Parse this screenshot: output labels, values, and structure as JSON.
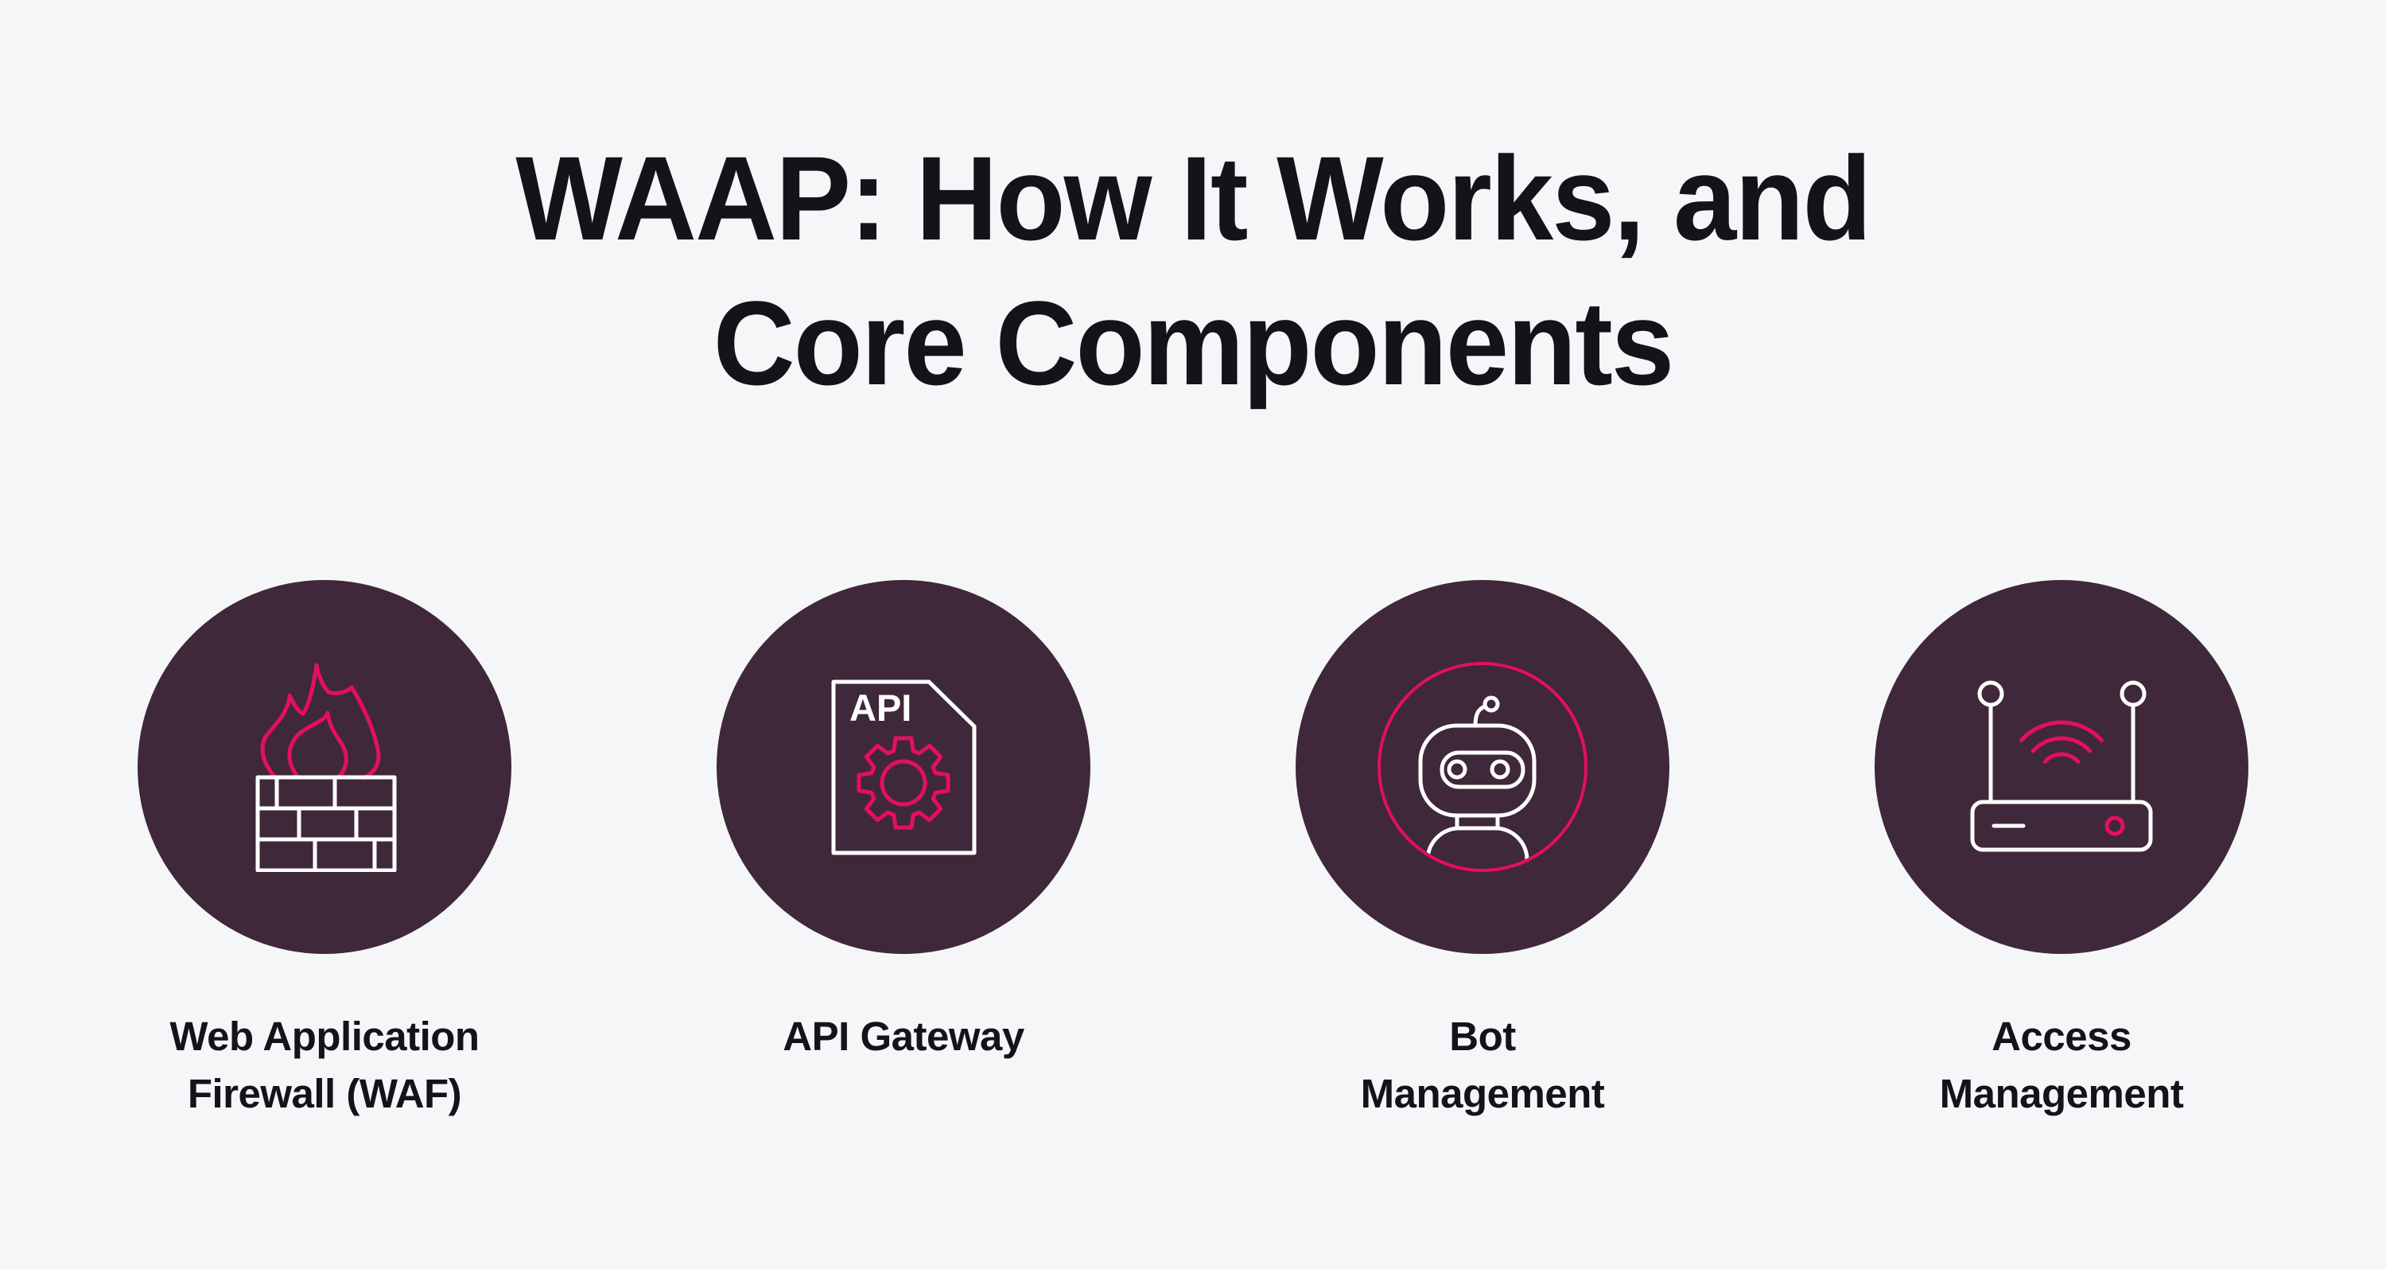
{
  "title": "WAAP: How It Works, and\nCore Components",
  "colors": {
    "background": "#F5F6F8",
    "heading_text": "#15121A",
    "circle_fill": "#3F2839",
    "accent_pink": "#E50F5C",
    "icon_stroke_white": "#FFFFFF"
  },
  "components": [
    {
      "label": "Web Application\nFirewall (WAF)",
      "icon": "firewall-icon"
    },
    {
      "label": "API Gateway",
      "icon": "api-document-gear-icon",
      "icon_text": "API"
    },
    {
      "label": "Bot\nManagement",
      "icon": "robot-icon"
    },
    {
      "label": "Access\nManagement",
      "icon": "router-wifi-icon"
    }
  ]
}
